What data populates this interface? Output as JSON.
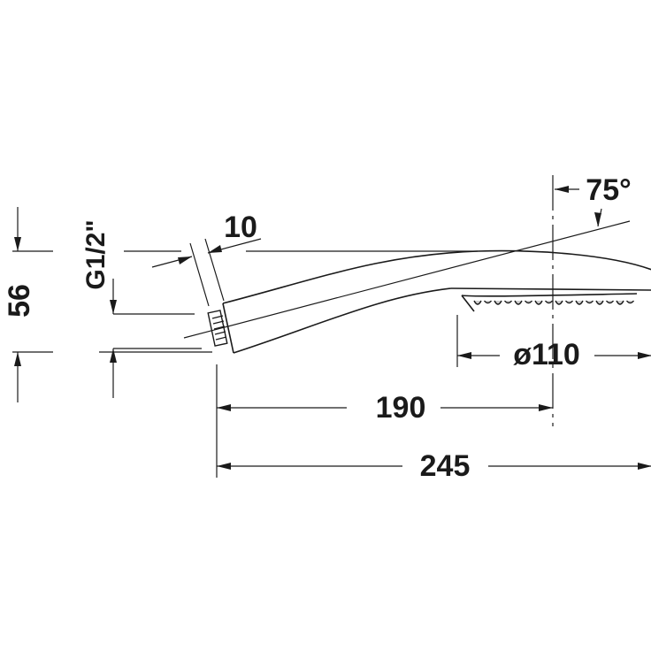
{
  "drawing": {
    "dimensions": {
      "height": "56",
      "thread": "G1/2\"",
      "thickness": "10",
      "angle": "75°",
      "diameter": "ø110",
      "length_to_center": "190",
      "total_length": "245"
    }
  }
}
